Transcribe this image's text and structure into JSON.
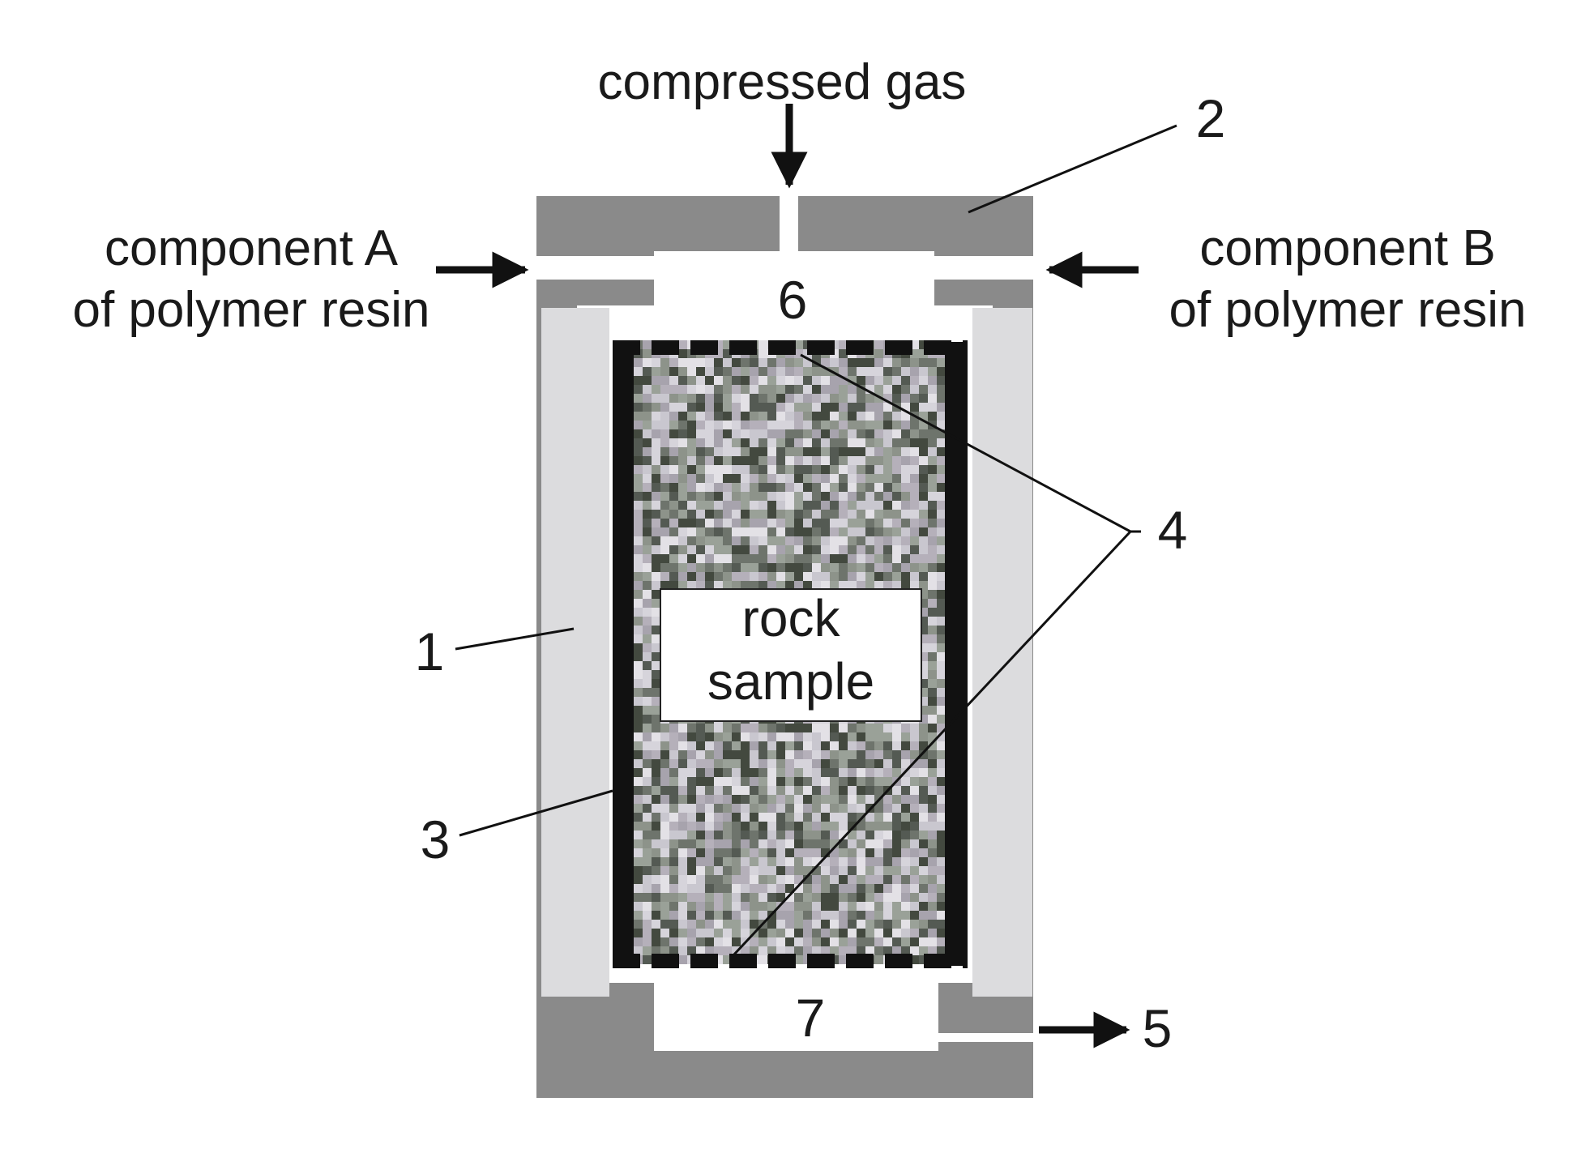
{
  "labels": {
    "compressed_gas": "compressed gas",
    "component_a_line1": "component A",
    "component_a_line2": "of polymer resin",
    "component_b_line1": "component B",
    "component_b_line2": "of polymer resin",
    "rock_line1": "rock",
    "rock_line2": "sample",
    "n1": "1",
    "n2": "2",
    "n3": "3",
    "n4": "4",
    "n5": "5",
    "n6": "6",
    "n7": "7"
  },
  "colors": {
    "housing": "#8a8a8a",
    "liner": "#dcdcde",
    "seal": "#111111",
    "label_text": "#1a1a1a",
    "background": "#ffffff"
  }
}
